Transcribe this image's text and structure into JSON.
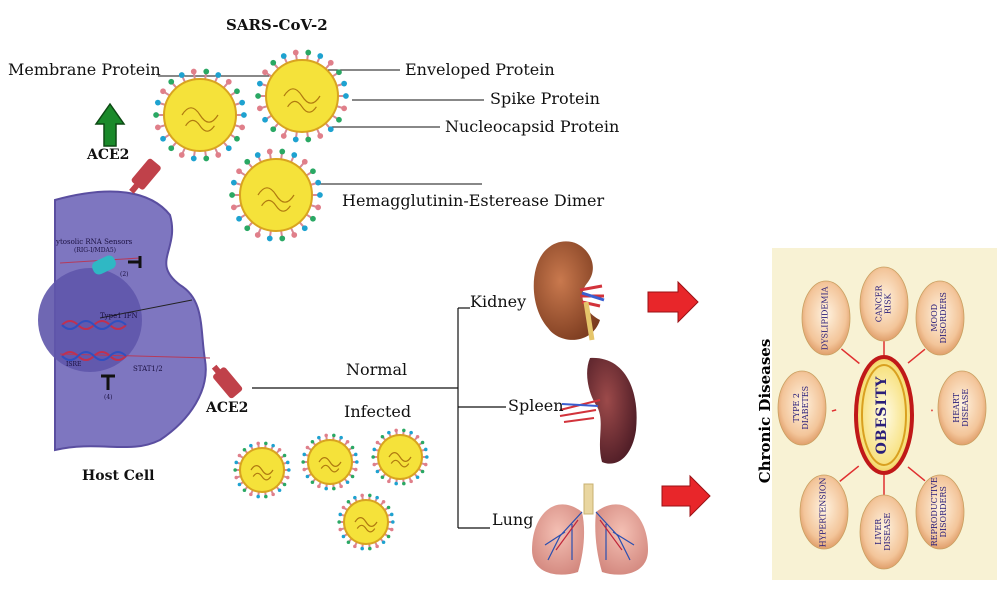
{
  "virus": {
    "title": "SARS-CoV-2",
    "labels": {
      "membrane": "Membrane Protein",
      "enveloped": "Enveloped Protein",
      "spike": "Spike Protein",
      "nucleocapsid": "Nucleocapsid Protein",
      "hemagglutinin": "Hemagglutinin-Esterease Dimer"
    }
  },
  "receptor": {
    "top_label": "ACE2",
    "bottom_label": "ACE2"
  },
  "cell": {
    "label": "Host Cell",
    "sensors_label": "ytosolic RNA Sensors",
    "sensors_sub": "(RIG-I/MDA5)",
    "step2": "(2)",
    "type1ifn": "Type1 IFN",
    "isre": "ISRE",
    "stat": "STAT1/2",
    "step4": "(4)"
  },
  "paths": {
    "normal": "Normal",
    "infected": "Infected"
  },
  "organs": {
    "kidney": "Kidney",
    "spleen": "Spleen",
    "lung": "Lung"
  },
  "chronic": {
    "title": "Chronic Diseases",
    "center": "OBESITY",
    "satellites": [
      "CANCER\nRISK",
      "MOOD\nDISORDERS",
      "HEART\nDISEASE",
      "REPRODUCTIVE\nDISORDERS",
      "LIVER\nDISEASE",
      "HYPERTENSION",
      "TYPE 2\nDIABETES",
      "DYSLIPIDEMIA"
    ]
  },
  "colors": {
    "virus_core": "#f5e23a",
    "virus_spike": "#e07f8a",
    "cell_fill": "#7e76c0",
    "arrow_red": "#e8262a",
    "arrow_green": "#1a8a2a",
    "panel_bg": "#f8f2d4",
    "oval": "#f3c59a"
  }
}
